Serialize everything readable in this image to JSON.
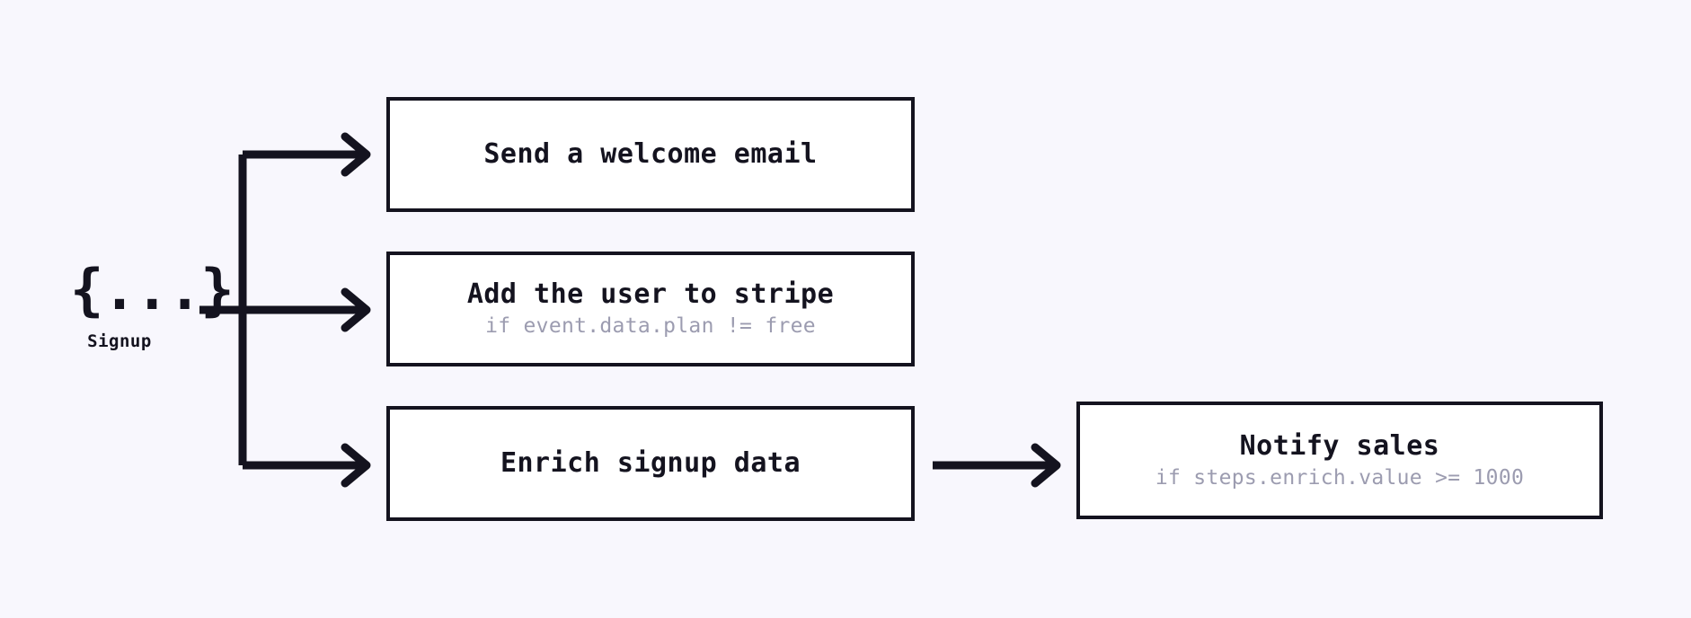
{
  "canvas": {
    "background_color": "#f8f7fd",
    "line_color": "#14131f",
    "box_fill_color": "#ffffff",
    "box_border_color": "#14131f",
    "subtitle_color": "#9c9cb0"
  },
  "trigger": {
    "icon": "json-braces-icon",
    "glyph": "{...}",
    "label": "Signup"
  },
  "steps": [
    {
      "id": "send-welcome-email",
      "title": "Send a welcome email",
      "subtitle": ""
    },
    {
      "id": "add-user-to-stripe",
      "title": "Add the user to stripe",
      "subtitle": "if event.data.plan != free"
    },
    {
      "id": "enrich-signup-data",
      "title": "Enrich signup data",
      "subtitle": ""
    },
    {
      "id": "notify-sales",
      "title": "Notify sales",
      "subtitle": "if steps.enrich.value >= 1000"
    }
  ],
  "connectors": [
    {
      "id": "trigger-to-send-welcome-email",
      "from": "trigger",
      "to": "send-welcome-email"
    },
    {
      "id": "trigger-to-add-user-to-stripe",
      "from": "trigger",
      "to": "add-user-to-stripe"
    },
    {
      "id": "trigger-to-enrich-signup-data",
      "from": "trigger",
      "to": "enrich-signup-data"
    },
    {
      "id": "enrich-signup-data-to-notify-sales",
      "from": "enrich-signup-data",
      "to": "notify-sales"
    }
  ]
}
